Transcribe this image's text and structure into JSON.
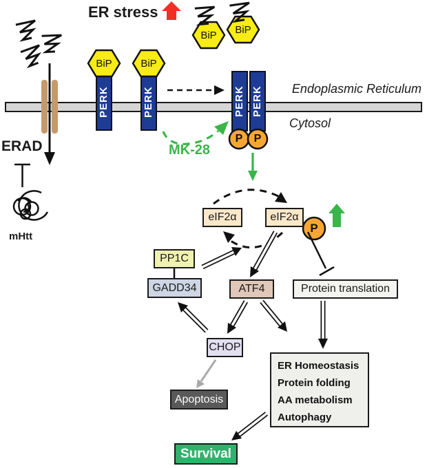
{
  "labels": {
    "er_stress": "ER stress",
    "erad": "ERAD",
    "mhtt": "mHtt",
    "bip": "BiP",
    "perk": "PERK",
    "phospho": "P",
    "endoplasmic_reticulum": "Endoplasmic Reticulum",
    "cytosol": "Cytosol",
    "mk28": "MK-28",
    "eif2a": "eIF2α",
    "pp1c": "PP1C",
    "gadd34": "GADD34",
    "atf4": "ATF4",
    "protein_translation": "Protein translation",
    "chop": "CHOP",
    "apoptosis": "Apoptosis",
    "outcomes": [
      "ER Homeostasis",
      "Protein folding",
      "AA metabolism",
      "Autophagy"
    ],
    "survival": "Survival"
  },
  "colors": {
    "bip_yellow": "#F7EC13",
    "perk_blue": "#1E3C96",
    "phospho_orange": "#F6A733",
    "membrane_gray": "#D5D5D5",
    "channel_tan": "#C49A6C",
    "green_accent": "#3AB54A",
    "red_accent": "#EE3124",
    "survival_green": "#2FB26B",
    "eif2a_fill": "#FAE8C9",
    "pp1c_fill": "#EFF2AE",
    "gadd34_fill": "#CDD6E4",
    "atf4_fill": "#E0C7B7",
    "protein_translation_fill": "#F3F3F0",
    "chop_fill": "#E3DFF1",
    "apoptosis_fill": "#595959",
    "outcomes_fill": "#EFEFEC",
    "gray_arrow": "#A9A9A9"
  }
}
